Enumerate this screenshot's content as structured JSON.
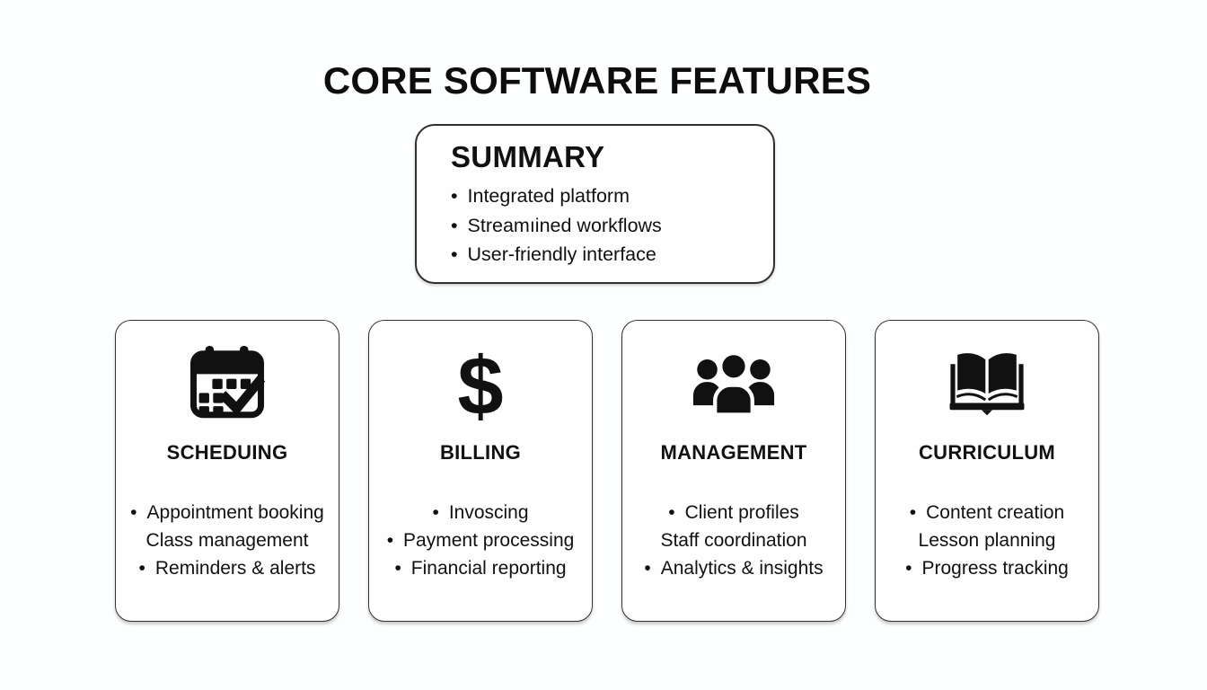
{
  "title": "CORE SOFTWARE FEATURES",
  "summary": {
    "heading": "SUMMARY",
    "bullet_char": "•",
    "items": [
      "Integrated platform",
      "Streamıined workflows",
      "User-friendly interface"
    ]
  },
  "cards": [
    {
      "heading": "SCHEDUING",
      "icon": "calendar-check-icon",
      "items": [
        {
          "bullet": "•",
          "text": "Appointment booking"
        },
        {
          "bullet": "",
          "text": "Class management"
        },
        {
          "bullet": "•",
          "text": "Reminders & alerts"
        }
      ]
    },
    {
      "heading": "BILLING",
      "icon": "dollar-icon",
      "items": [
        {
          "bullet": "•",
          "text": "Invoscing"
        },
        {
          "bullet": "•",
          "text": "Payment processing"
        },
        {
          "bullet": "•",
          "text": "Financial reporting"
        }
      ]
    },
    {
      "heading": "MANAGEMENT",
      "icon": "people-group-icon",
      "items": [
        {
          "bullet": "•",
          "text": "Client profiles"
        },
        {
          "bullet": "",
          "text": "Staff coordination"
        },
        {
          "bullet": "•",
          "text": "Analytics & insights"
        }
      ]
    },
    {
      "heading": "CURRICULUM",
      "icon": "open-book-icon",
      "items": [
        {
          "bullet": "•",
          "text": "Content creation"
        },
        {
          "bullet": "",
          "text": "Lesson planning"
        },
        {
          "bullet": "•",
          "text": "Progress tracking"
        }
      ]
    }
  ],
  "icons": {
    "dollar_glyph": "$"
  },
  "colors": {
    "ink": "#111111",
    "background": "#fdfefe",
    "card_border": "#333333"
  }
}
